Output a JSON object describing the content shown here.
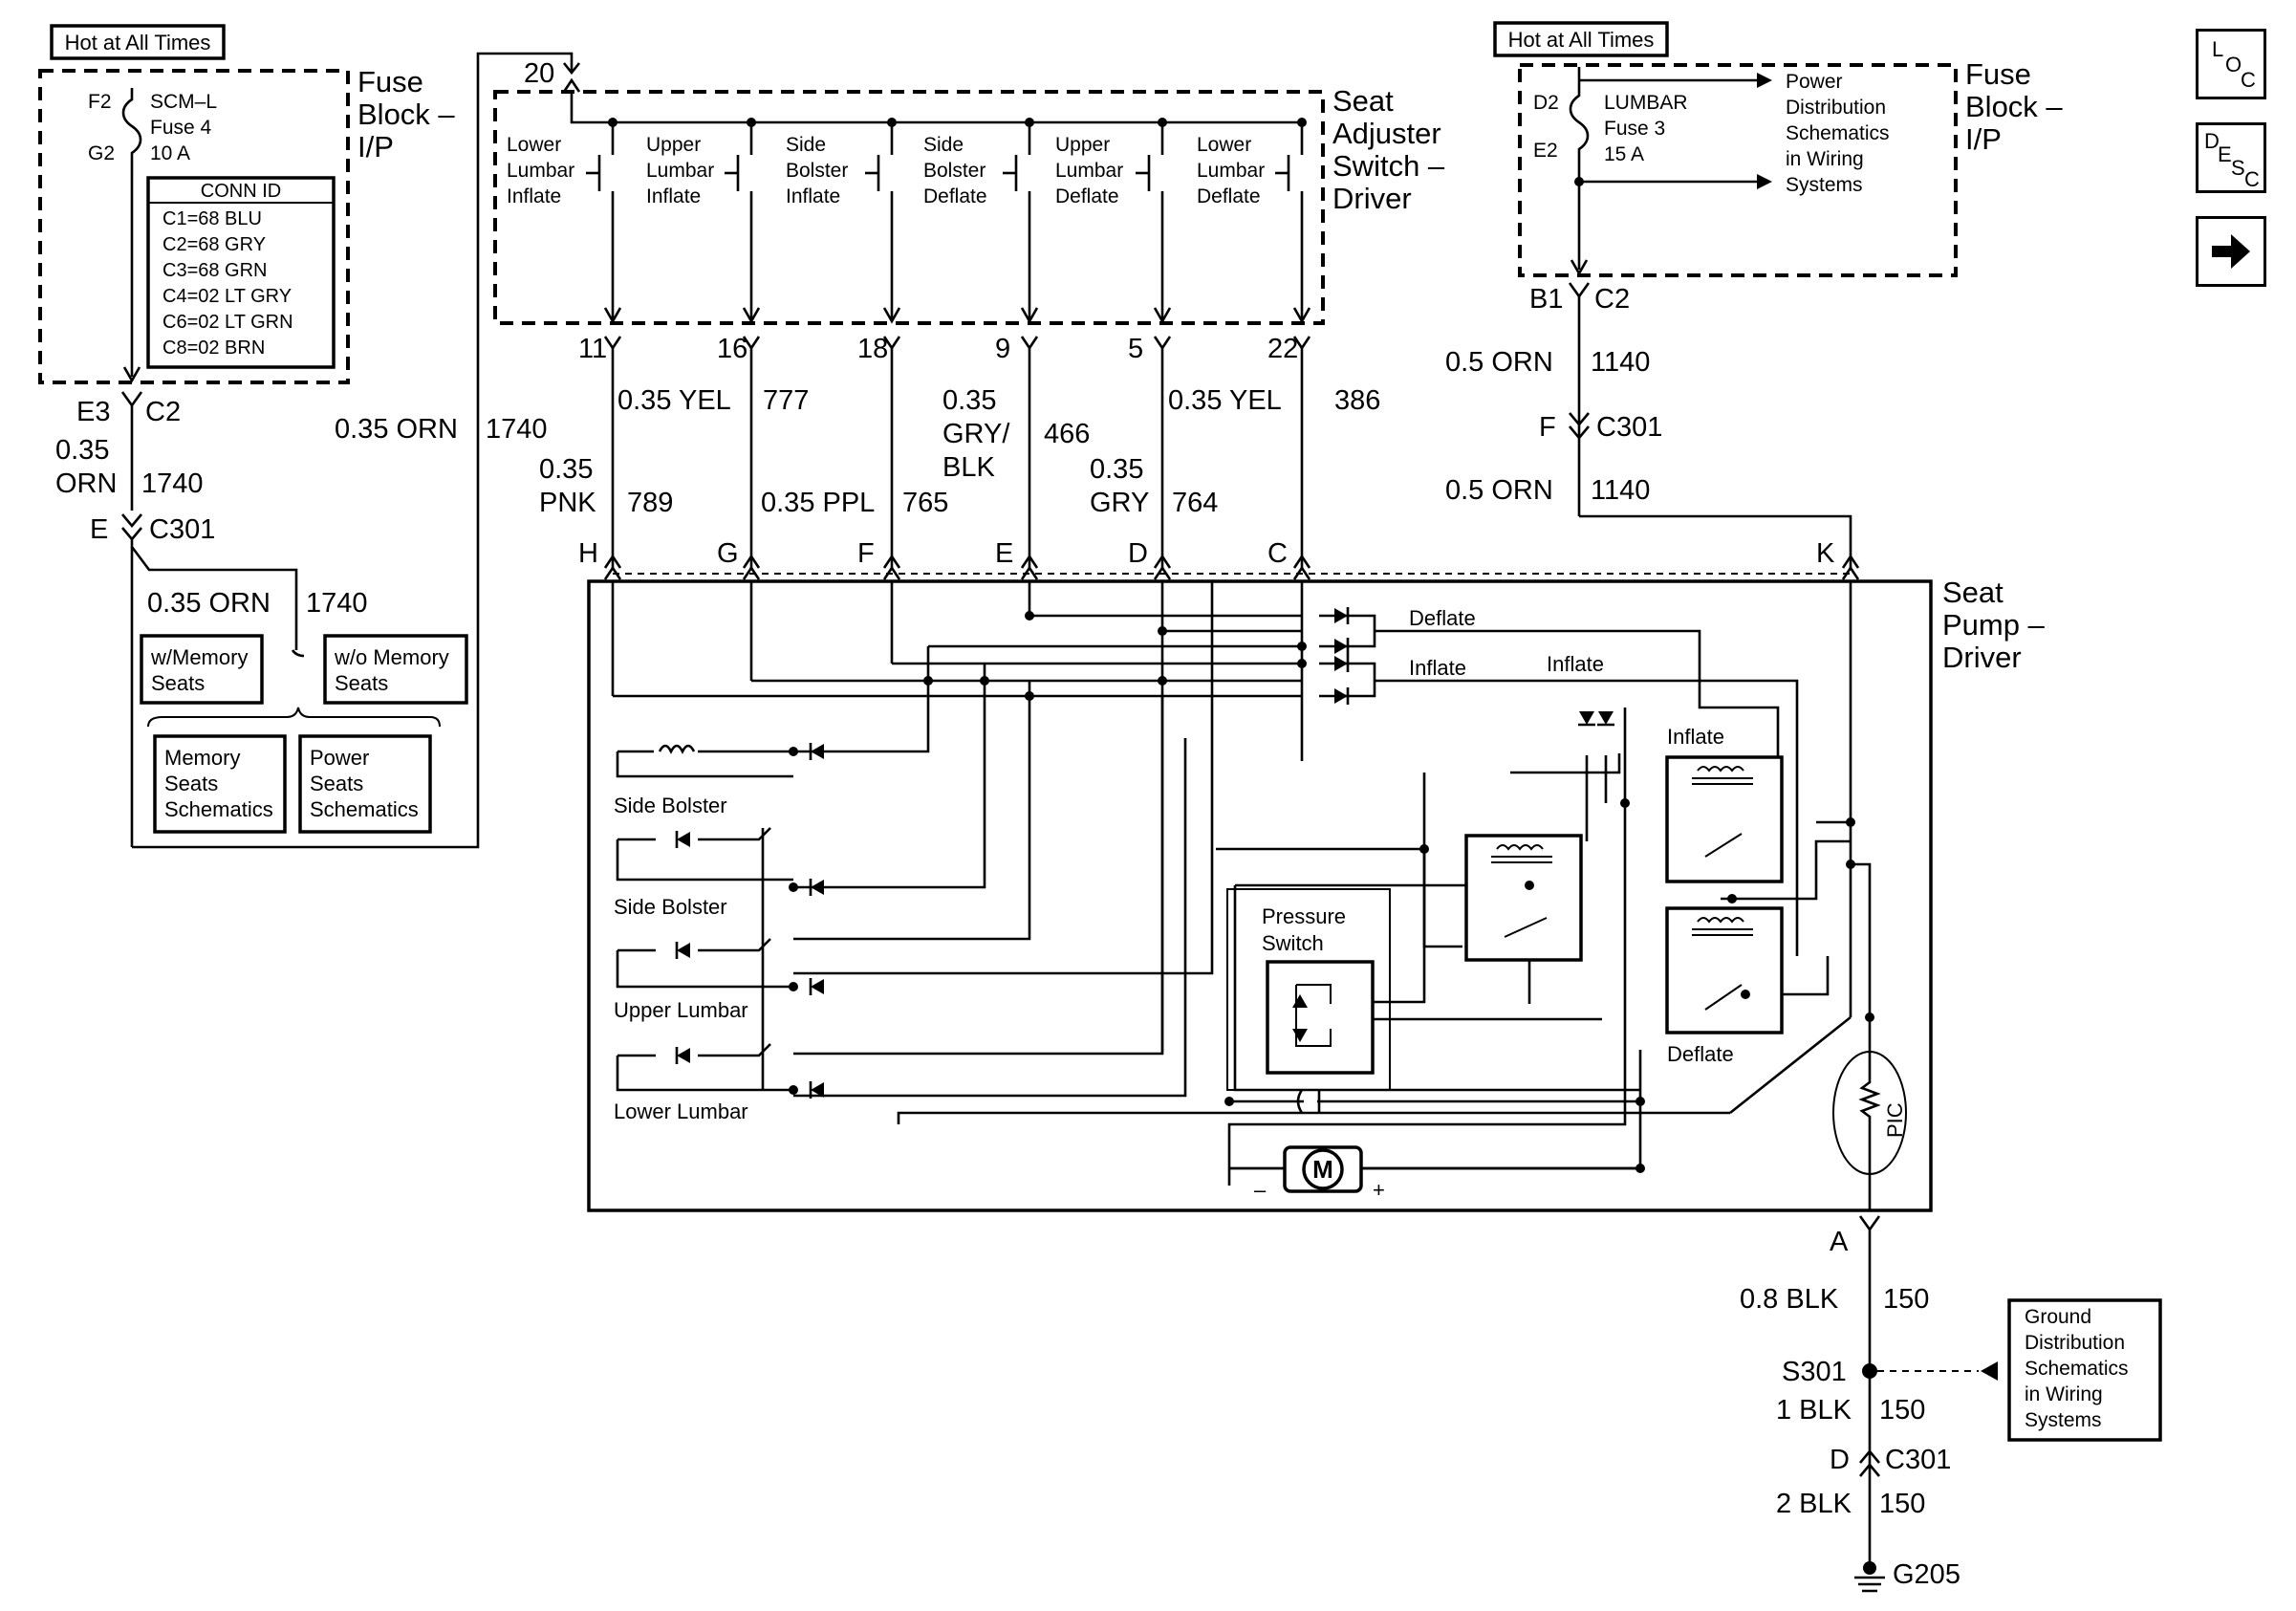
{
  "left_fuse": {
    "hot_label": "Hot at All Times",
    "block_name": [
      "Fuse",
      "Block –",
      "I/P"
    ],
    "pins": [
      "F2",
      "G2"
    ],
    "fuse_text": [
      "SCM–L",
      "Fuse 4",
      "10 A"
    ],
    "conn_title": "CONN ID",
    "conn_rows": [
      "C1=68 BLU",
      "C2=68 GRY",
      "C3=68 GRN",
      "C4=02 LT GRY",
      "C6=02 LT GRN",
      "C8=02 BRN"
    ]
  },
  "left_wires": {
    "e3": "E3",
    "c2": "C2",
    "g1": "0.35",
    "c1": "ORN",
    "n1": "1740",
    "e": "E",
    "c301": "C301",
    "g2": "0.35 ORN",
    "n2": "1740",
    "g3": "0.35 ORN",
    "n3": "1740"
  },
  "options": {
    "with_memory": [
      "w/Memory",
      "Seats"
    ],
    "without_memory": [
      "w/o Memory",
      "Seats"
    ],
    "memory_schematics": [
      "Memory",
      "Seats",
      "Schematics"
    ],
    "power_schematics": [
      "Power",
      "Seats",
      "Schematics"
    ]
  },
  "switch": {
    "pin_top": "20",
    "name": [
      "Seat",
      "Adjuster",
      "Switch –",
      "Driver"
    ],
    "labels": [
      [
        "Lower",
        "Lumbar",
        "Inflate"
      ],
      [
        "Upper",
        "Lumbar",
        "Inflate"
      ],
      [
        "Side",
        "Bolster",
        "Inflate"
      ],
      [
        "Side",
        "Bolster",
        "Deflate"
      ],
      [
        "Upper",
        "Lumbar",
        "Deflate"
      ],
      [
        "Lower",
        "Lumbar",
        "Deflate"
      ]
    ],
    "pins": [
      "11",
      "16",
      "18",
      "9",
      "5",
      "22"
    ]
  },
  "mid_wires": [
    {
      "gauge": [
        "0.35",
        "PNK"
      ],
      "num": "789"
    },
    {
      "gauge": [
        "0.35 YEL"
      ],
      "num": "777"
    },
    {
      "gauge": [
        "0.35 PPL"
      ],
      "num": "765"
    },
    {
      "gauge": [
        "0.35",
        "GRY/",
        "BLK"
      ],
      "num": "466"
    },
    {
      "gauge": [
        "0.35",
        "GRY"
      ],
      "num": "764"
    },
    {
      "gauge": [
        "0.35 YEL"
      ],
      "num": "386"
    }
  ],
  "pump_pins": [
    "H",
    "G",
    "F",
    "E",
    "D",
    "C",
    "K"
  ],
  "pump": {
    "name": [
      "Seat",
      "Pump –",
      "Driver"
    ],
    "deflate": "Deflate",
    "inflate_a": "Inflate",
    "inflate_b": "Inflate",
    "relay_inflate": "Inflate",
    "relay_deflate": "Deflate",
    "side_bolster_1": "Side Bolster",
    "side_bolster_2": "Side Bolster",
    "upper_lumbar": "Upper Lumbar",
    "lower_lumbar": "Lower Lumbar",
    "pressure_switch": [
      "Pressure",
      "Switch"
    ],
    "motor": "M",
    "motor_minus": "–",
    "motor_plus": "+",
    "pic": "PIC"
  },
  "right_fuse": {
    "hot_label": "Hot at All Times",
    "block_name": [
      "Fuse",
      "Block –",
      "I/P"
    ],
    "pins": [
      "D2",
      "E2"
    ],
    "fuse_text": [
      "LUMBAR",
      "Fuse 3",
      "15 A"
    ],
    "power_dist": [
      "Power",
      "Distribution",
      "Schematics",
      "in Wiring",
      "Systems"
    ],
    "b1": "B1",
    "c2": "C2",
    "g1": "0.5 ORN",
    "n1": "1140",
    "f": "F",
    "c301": "C301",
    "g2": "0.5 ORN",
    "n2": "1140"
  },
  "ground": {
    "a": "A",
    "g1": "0.8 BLK",
    "n1": "150",
    "s301": "S301",
    "g2": "1 BLK",
    "n2": "150",
    "d": "D",
    "c301": "C301",
    "g3": "2 BLK",
    "n3": "150",
    "g205": "G205",
    "ground_dist": [
      "Ground",
      "Distribution",
      "Schematics",
      "in Wiring",
      "Systems"
    ]
  },
  "nav": {
    "loc": [
      "L",
      "O",
      "C"
    ],
    "desc": [
      "D",
      "E",
      "S",
      "C"
    ],
    "next_icon": "arrow-right-icon"
  }
}
